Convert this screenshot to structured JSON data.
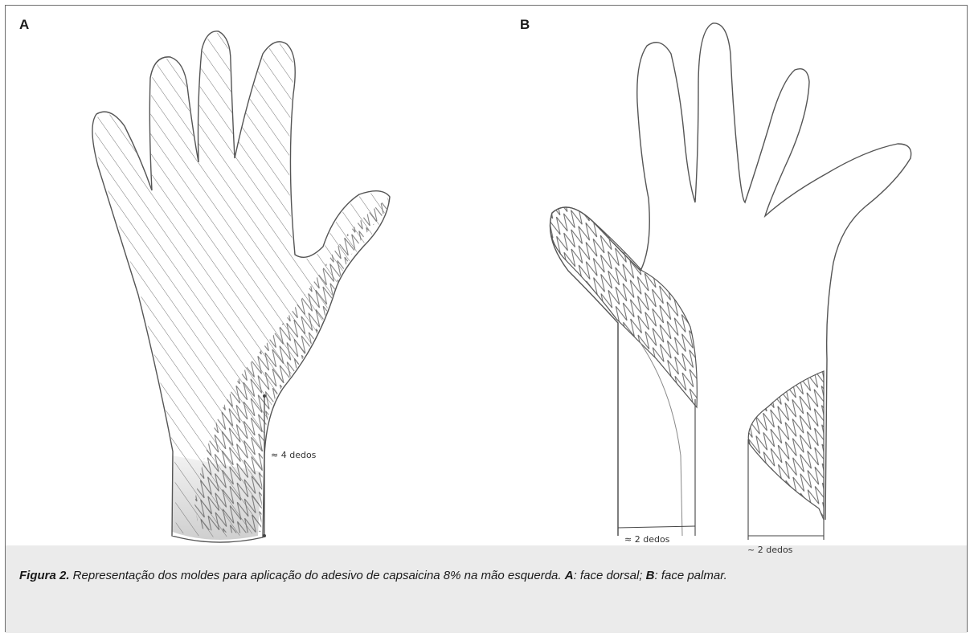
{
  "panels": {
    "a_label": "A",
    "b_label": "B"
  },
  "annotations": {
    "a_measure": "≈ 4 dedos",
    "b_measure_left": "≈ 2 dedos",
    "b_measure_right": "~ 2 dedos"
  },
  "caption": {
    "figure_label": "Figura 2.",
    "text_main": " Representação dos moldes para aplicação do adesivo de capsaicina 8% na mão esquerda. ",
    "a_key": "A",
    "a_text": ": face dorsal; ",
    "b_key": "B",
    "b_text": ": face palmar."
  }
}
